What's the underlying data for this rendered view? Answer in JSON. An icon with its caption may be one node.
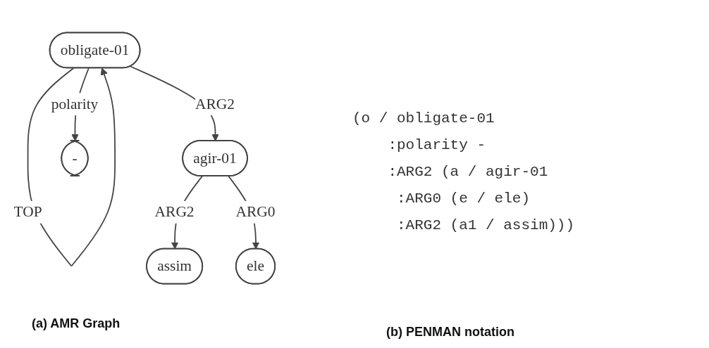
{
  "diagram": {
    "nodes": [
      {
        "text": [
          "obligate-01"
        ]
      },
      {
        "text": [
          "agir-01"
        ]
      },
      {
        "text": [
          "-"
        ]
      },
      {
        "text": [
          "assim"
        ]
      },
      {
        "text": [
          "ele"
        ]
      }
    ],
    "edges": [
      {
        "from": 0,
        "to": 0,
        "label": "TOP",
        "arrow": "to"
      },
      {
        "from": 0,
        "to": 1,
        "label": "ARG2",
        "arrow": "to"
      },
      {
        "from": 0,
        "to": 2,
        "label": "polarity",
        "arrow": "to"
      },
      {
        "from": 1,
        "to": 3,
        "label": "ARG2",
        "arrow": "to"
      },
      {
        "from": 1,
        "to": 4,
        "label": "ARG0",
        "arrow": "to"
      }
    ],
    "labels": [
      "(o / obligate-01",
      ":polarity -",
      ":ARG2 (a / agir-01",
      ":ARG0 (e / ele)",
      ":ARG2 (a1 / assim)))",
      "(a) AMR Graph",
      "(b) PENMAN notation"
    ]
  }
}
